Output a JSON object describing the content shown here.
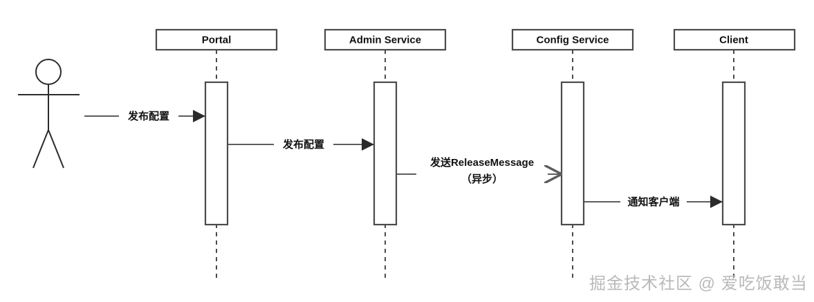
{
  "diagram": {
    "type": "uml-sequence-diagram",
    "title": "",
    "background_color": "#ffffff",
    "stroke_color": "#4a4a4a",
    "line_color": "#5d5d5d",
    "text_color": "#111111",
    "actor": {
      "name": "actor-stick-figure",
      "label": ""
    },
    "lifelines": [
      {
        "id": "portal",
        "label": "Portal"
      },
      {
        "id": "admin-service",
        "label": "Admin Service"
      },
      {
        "id": "config-service",
        "label": "Config Service"
      },
      {
        "id": "client",
        "label": "Client"
      }
    ],
    "messages": [
      {
        "id": "msg-1",
        "label": "发布配置",
        "label_line2": "",
        "from": "actor",
        "to": "portal",
        "arrow": "solid-filled"
      },
      {
        "id": "msg-2",
        "label": "发布配置",
        "label_line2": "",
        "from": "portal",
        "to": "admin-service",
        "arrow": "solid-filled"
      },
      {
        "id": "msg-3",
        "label": "发送ReleaseMessage",
        "label_line2": "（异步）",
        "from": "admin-service",
        "to": "config-service",
        "arrow": "open-async"
      },
      {
        "id": "msg-4",
        "label": "通知客户端",
        "label_line2": "",
        "from": "config-service",
        "to": "client",
        "arrow": "solid-filled"
      }
    ],
    "watermark": {
      "text": "掘金技术社区 @ 爱吃饭敢当",
      "color": "#b9b9b9"
    }
  }
}
